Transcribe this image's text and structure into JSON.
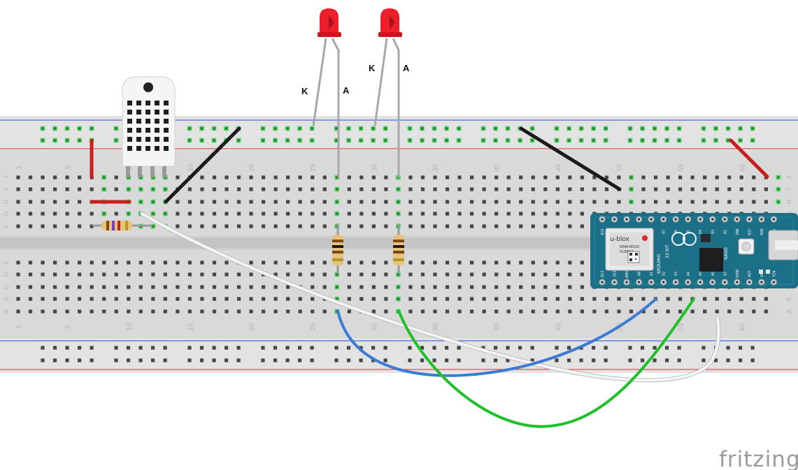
{
  "breadboard": {
    "column_numbers": [
      "1",
      "5",
      "10",
      "15",
      "20",
      "25",
      "30",
      "35",
      "40",
      "45",
      "50",
      "55",
      "60"
    ],
    "row_letters_top": [
      "J",
      "I",
      "H",
      "G",
      "F"
    ],
    "row_letters_bottom": [
      "E",
      "D",
      "C",
      "B",
      "A"
    ]
  },
  "leds": [
    {
      "cathode_label": "K",
      "anode_label": "A"
    },
    {
      "cathode_label": "K",
      "anode_label": "A"
    }
  ],
  "arduino": {
    "chip_brand": "u-blox",
    "chip_line1": "NINA-W102",
    "chip_line2": "0188AA",
    "board_words": [
      "ARDUINO",
      "NANO",
      "33 IOT"
    ],
    "top_pins": [
      "D12",
      "D11",
      "D10",
      "D9",
      "D8",
      "D7",
      "D6",
      "D5",
      "D4",
      "D3",
      "D2",
      "GND",
      "RST",
      "RX0",
      "TX1"
    ],
    "bottom_pins": [
      "D13",
      "3V3",
      "AREF",
      "A0",
      "A1",
      "A2",
      "A3",
      "A4",
      "A5",
      "A6",
      "A7",
      "VUSB",
      "RST",
      "GND",
      "VIN"
    ]
  },
  "colors": {
    "board": "#d9d9d9",
    "rail_blue": "#2a4fd6",
    "rail_red": "#d8303a",
    "arduino_pcb": "#1b6f86",
    "wire_blue": "#3b7bd4",
    "wire_green": "#1fc02a",
    "wire_white": "#f4f4f4",
    "wire_black": "#1a1a1a",
    "wire_red": "#c81e1e",
    "led_red": "#ee1f2b"
  },
  "logo_text": "fritzing"
}
